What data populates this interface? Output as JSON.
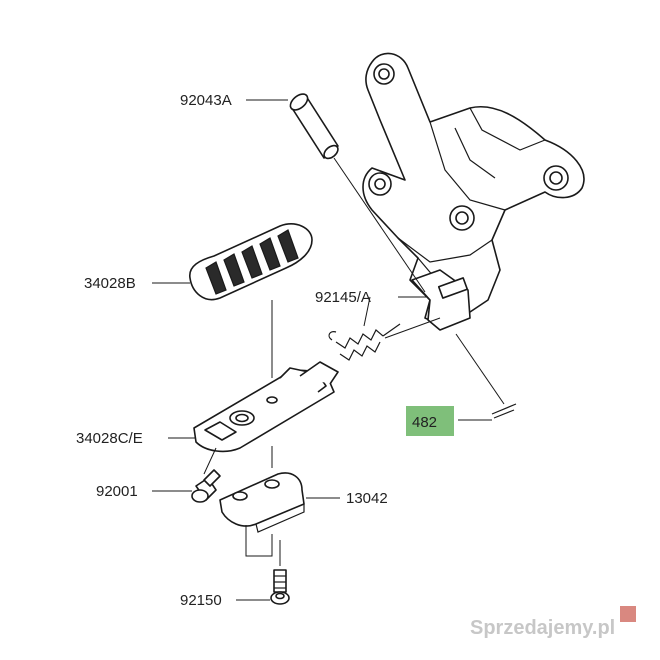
{
  "labels": {
    "p92043": "92043A",
    "p34028b": "34028B",
    "p92145": "92145/A",
    "p482": "482",
    "p34028ce": "34028C/E",
    "p92001": "92001",
    "p13042": "13042",
    "p92150": "92150"
  },
  "watermark": "Sprzedajemy.pl",
  "colors": {
    "highlight": "#7fbf7a",
    "ink": "#1a1a1a"
  }
}
